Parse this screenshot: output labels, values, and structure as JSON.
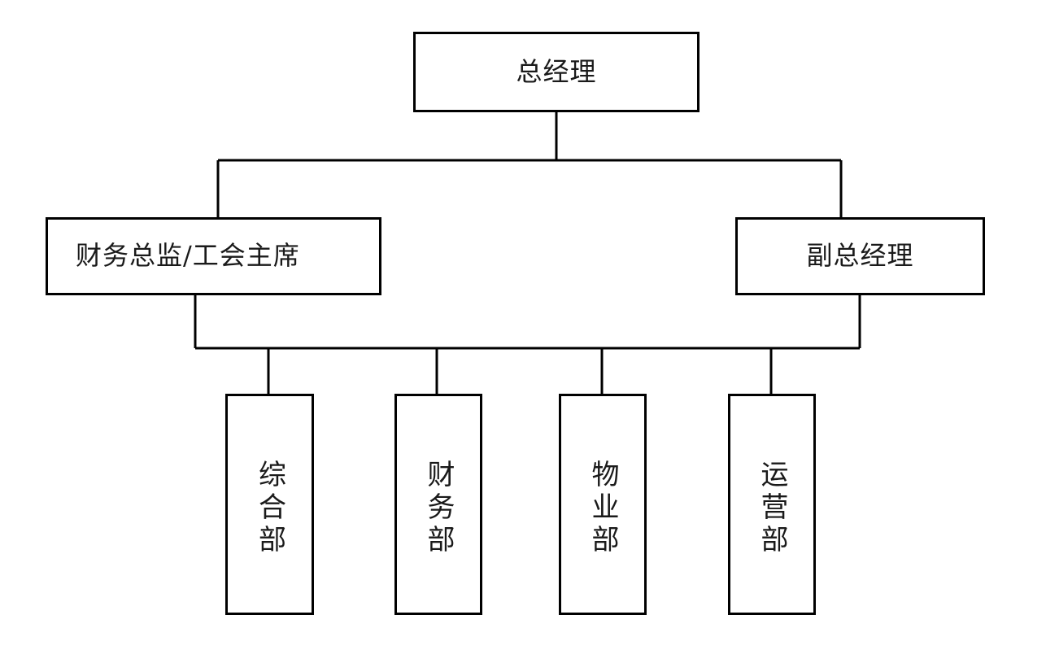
{
  "chart": {
    "type": "org-chart",
    "orientation": "top-down",
    "background_color": "#ffffff",
    "line_color": "#000000",
    "box_border_color": "#000000",
    "box_fill_color": "#ffffff",
    "text_color": "#1a1a1a"
  },
  "levels": {
    "level1": {
      "general_manager": "总经理"
    },
    "level2": {
      "finance_director": "财务总监/工会主席",
      "deputy_general_manager": "副总经理"
    },
    "level3": {
      "departments": [
        {
          "label": "综合部"
        },
        {
          "label": "财务部"
        },
        {
          "label": "物业部"
        },
        {
          "label": "运营部"
        }
      ]
    }
  }
}
